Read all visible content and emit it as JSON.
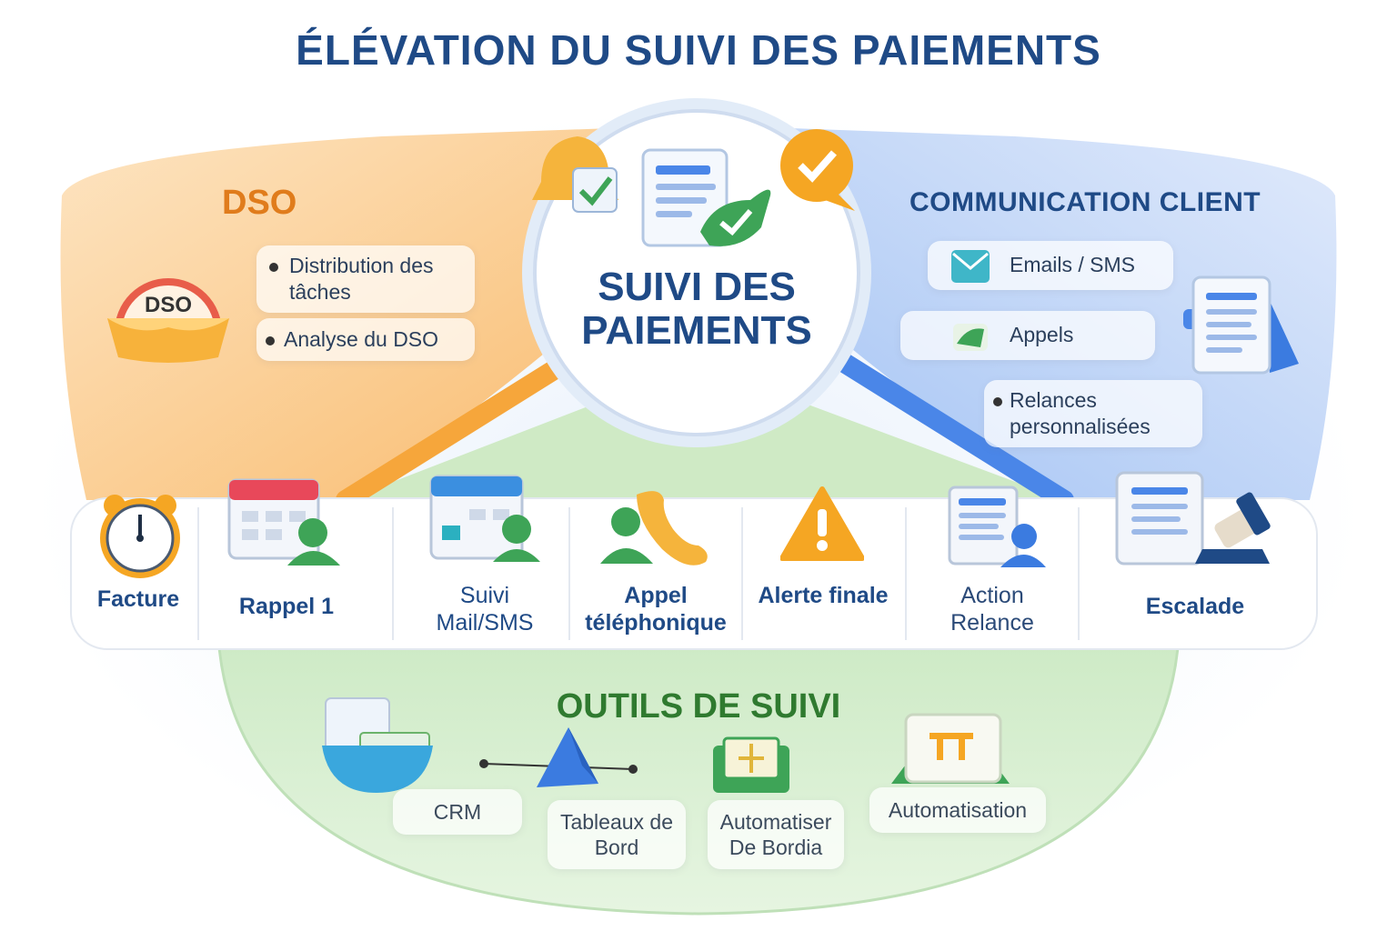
{
  "title": "ÉLÉVATION DU SUIVI DES PAIEMENTS",
  "center": {
    "line1": "SUIVI DES",
    "line2": "PAIEMENTS"
  },
  "dso": {
    "title": "DSO",
    "gauge_label": "DSO",
    "items": [
      "Distribution des tâches",
      "Analyse du DSO"
    ]
  },
  "communication": {
    "title": "COMMUNICATION CLIENT",
    "items": [
      "Emails / SMS",
      "Appels",
      "Relances personnalisées"
    ]
  },
  "timeline": {
    "steps": [
      {
        "label": "Facture",
        "icon": "alarm-clock-icon"
      },
      {
        "label": "Rappel 1",
        "icon": "calendar-user-icon"
      },
      {
        "label": "Suivi Mail/SMS",
        "icon": "calendar-check-icon"
      },
      {
        "label": "Appel téléphonique",
        "icon": "phone-icon"
      },
      {
        "label": "Alerte finale",
        "icon": "warning-icon"
      },
      {
        "label": "Action Relance",
        "icon": "document-user-icon"
      },
      {
        "label": "Escalade",
        "icon": "gavel-icon"
      }
    ]
  },
  "tools": {
    "title": "OUTILS DE SUIVI",
    "items": [
      "CRM",
      "Tableaux de Bord",
      "Automatiser De Bordia",
      "Automatisation"
    ]
  },
  "colors": {
    "title_blue": "#1f4a86",
    "dso_orange": "#e07c1c",
    "tools_green": "#2f7a2f",
    "comm_blue": "#4a86e8"
  }
}
